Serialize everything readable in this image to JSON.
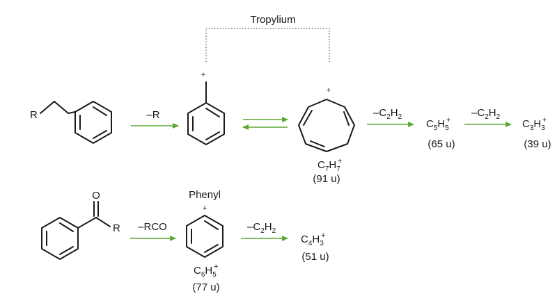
{
  "colors": {
    "arrow": "#5aa832",
    "ink": "#1a1a1a",
    "dotted": "#555555"
  },
  "labels": {
    "tropylium": "Tropylium",
    "phenyl": "Phenyl",
    "r_group": "R",
    "r_ketone": "R",
    "oxygen": "O",
    "plus": "+"
  },
  "steps": {
    "minus_r": "–R",
    "minus_rco": "–RCO",
    "minus_c2h2": {
      "sign": "–",
      "c": "C",
      "c_sub": "2",
      "h": "H",
      "h_sub": "2"
    }
  },
  "ions": {
    "c7h7": {
      "c": "C",
      "c_sub": "7",
      "h": "H",
      "h_sub": "7",
      "charge": "+",
      "mass": "(91 u)"
    },
    "c5h5": {
      "c": "C",
      "c_sub": "5",
      "h": "H",
      "h_sub": "5",
      "charge": "+",
      "mass": "(65 u)"
    },
    "c3h3": {
      "c": "C",
      "c_sub": "3",
      "h": "H",
      "h_sub": "3",
      "charge": "+",
      "mass": "(39 u)"
    },
    "c6h5": {
      "c": "C",
      "c_sub": "6",
      "h": "H",
      "h_sub": "5",
      "charge": "+",
      "mass": "(77 u)"
    },
    "c4h3": {
      "c": "C",
      "c_sub": "4",
      "h": "H",
      "h_sub": "3",
      "charge": "+",
      "mass": "(51 u)"
    }
  }
}
